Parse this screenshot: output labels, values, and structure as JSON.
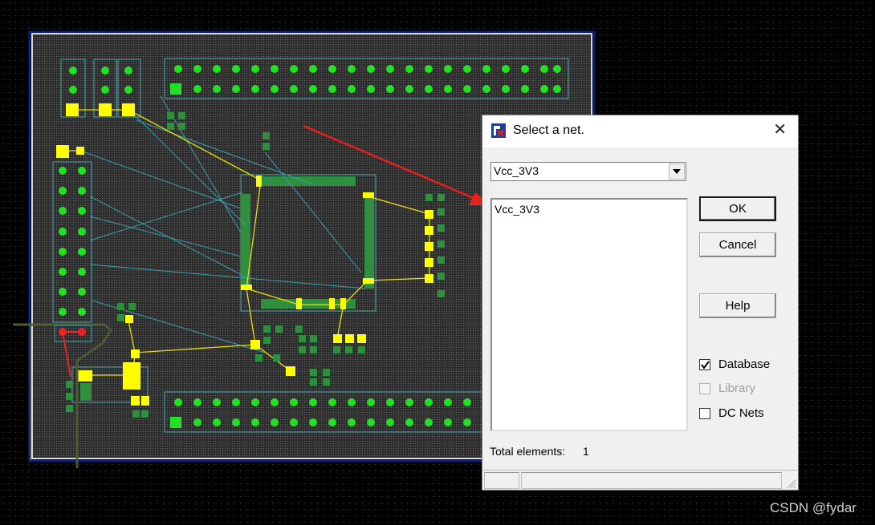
{
  "dialog": {
    "title": "Select a net.",
    "close_glyph": "✕",
    "net_combo_value": "Vcc_3V3",
    "net_list_items": [
      "Vcc_3V3"
    ],
    "ok_label": "OK",
    "cancel_label": "Cancel",
    "help_label": "Help",
    "checkboxes": {
      "database": {
        "label": "Database",
        "checked": true,
        "enabled": true
      },
      "library": {
        "label": "Library",
        "checked": false,
        "enabled": false
      },
      "dc_nets": {
        "label": "DC Nets",
        "checked": false,
        "enabled": true
      }
    },
    "total_label": "Total elements:",
    "total_value": "1"
  },
  "watermark": "CSDN @fydar",
  "icons": {
    "app": "protel-app-icon",
    "close": "close-icon",
    "dropdown": "chevron-down-icon",
    "check": "check-icon",
    "grip": "resize-grip-icon"
  },
  "colors": {
    "pad_green": "#22e022",
    "pad_yellow": "#ffff00",
    "trace_yellow": "#e8e000",
    "ratsnest": "#3a9fb0",
    "component_green": "#2f8f3f",
    "board_outline": "#d8d8d8",
    "annotation_arrow": "#e8201c"
  }
}
